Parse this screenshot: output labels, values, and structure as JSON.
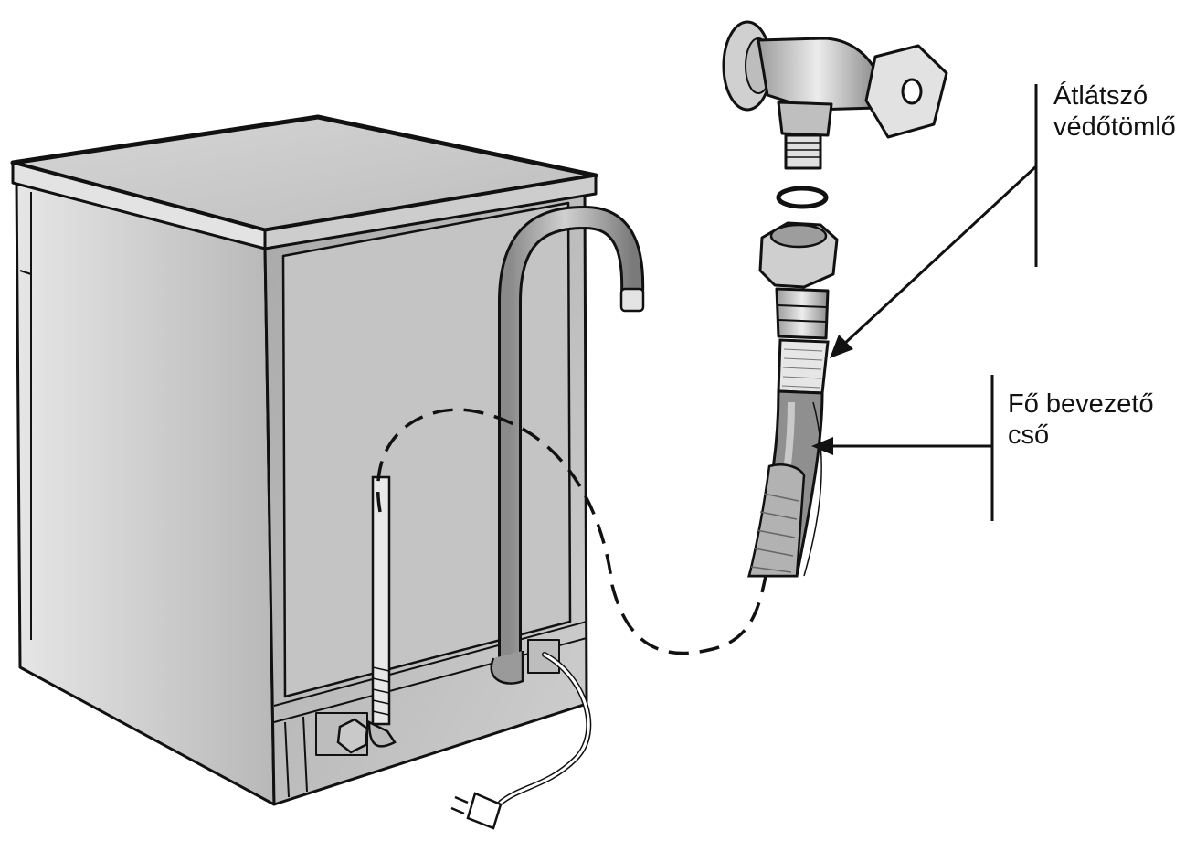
{
  "labels": {
    "protective_hose": {
      "line1": "Átlátszó",
      "line2": "védőtömlő"
    },
    "main_inlet_hose": {
      "line1": "Fő bevezető",
      "line2": "cső"
    }
  },
  "colors": {
    "outline": "#111111",
    "panel_light": "#d9d9d9",
    "panel_mid": "#b5b5b5",
    "panel_dark": "#8e8e8e",
    "metal": "#c8c8c8"
  }
}
